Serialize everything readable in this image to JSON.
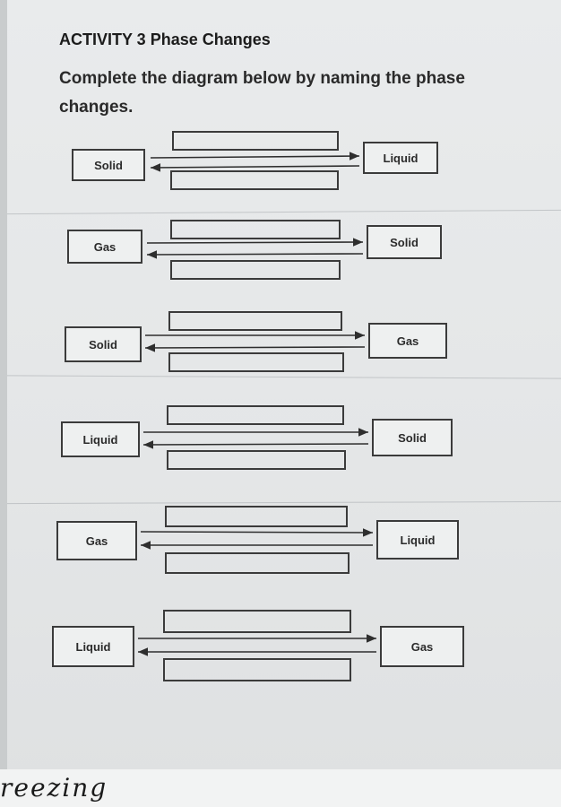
{
  "worksheet": {
    "heading": "ACTIVITY 3 Phase Changes",
    "instructions": "Complete the diagram below by naming the phase changes."
  },
  "rows": [
    {
      "left": "Solid",
      "right": "Liquid",
      "top_answer": "",
      "bottom_answer": ""
    },
    {
      "left": "Gas",
      "right": "Solid",
      "top_answer": "",
      "bottom_answer": ""
    },
    {
      "left": "Solid",
      "right": "Gas",
      "top_answer": "",
      "bottom_answer": ""
    },
    {
      "left": "Liquid",
      "right": "Solid",
      "top_answer": "",
      "bottom_answer": ""
    },
    {
      "left": "Gas",
      "right": "Liquid",
      "top_answer": "",
      "bottom_answer": ""
    },
    {
      "left": "Liquid",
      "right": "Gas",
      "top_answer": "",
      "bottom_answer": ""
    }
  ],
  "handwriting": "reezing"
}
